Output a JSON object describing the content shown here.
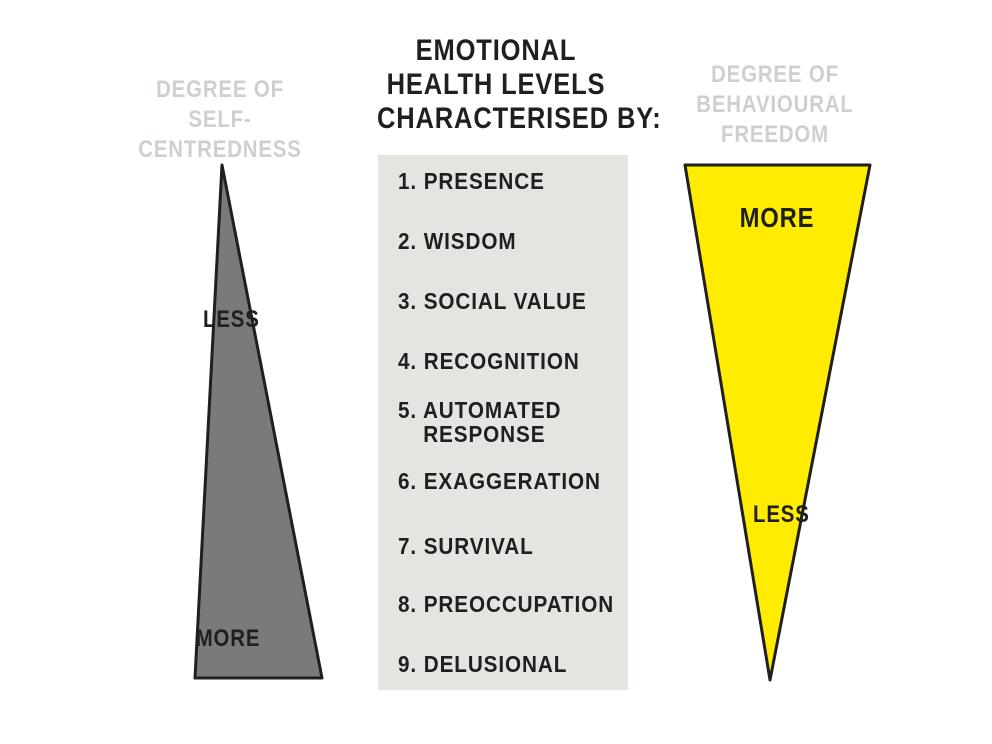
{
  "title": {
    "lines": [
      "Emotional",
      "Health Levels",
      "Characterised by:"
    ]
  },
  "left": {
    "label_lines": [
      "Degree of",
      "Self-Centredness"
    ],
    "top_label": "Less",
    "bottom_label": "More",
    "fill": "#7a7a7a"
  },
  "right": {
    "label_lines": [
      "Degree of",
      "Behavioural",
      "Freedom"
    ],
    "top_label": "More",
    "bottom_label": "Less",
    "fill": "#ffec00"
  },
  "levels": [
    "1. Presence",
    "2. Wisdom",
    "3. Social Value",
    "4. Recognition",
    "5. Automated Response",
    "6. Exaggeration",
    "7. Survival",
    "8. Preoccupation",
    "9. Delusional"
  ],
  "levels_display": {
    "five_a": "5. Automated",
    "five_b": "Response"
  },
  "colors": {
    "panel": "#e6e4e0",
    "label_gray": "#d3ceca",
    "ink": "#1f1f1f"
  }
}
